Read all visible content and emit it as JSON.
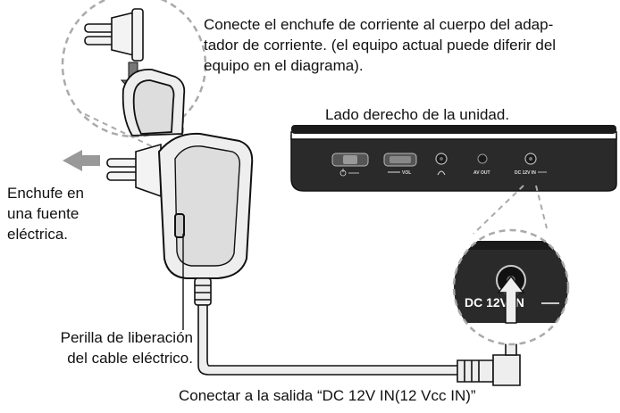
{
  "instruction": {
    "lines": [
      "Conecte el enchufe de corriente al cuerpo del adap-",
      "tador de corriente. (el equipo actual puede diferir del",
      "equipo en el diagrama)."
    ]
  },
  "unit_side_label": "Lado derecho de la unidad.",
  "plug_label": {
    "lines": [
      "Enchufe en",
      "una fuente",
      "eléctrica."
    ]
  },
  "release_label": {
    "lines": [
      "Perilla de liberación",
      "del cable eléctrico."
    ]
  },
  "connect_caption": "Conectar a la salida “DC 12V IN(12 Vcc IN)”",
  "device_panel": {
    "vol_label": "VOL",
    "av_out_label": "AV OUT",
    "dc_in_label": "DC 12V IN",
    "zoom_dc_label": "DC 12V IN"
  },
  "icons": {
    "direction_arrow": "arrow-left-icon",
    "insert_arrow": "arrow-down-icon",
    "headphone": "headphone-icon",
    "power": "power-icon"
  },
  "colors": {
    "ink": "#111111",
    "device_body": "#2a2a2a",
    "adapter_fill": "#eeeeee",
    "dashed_guide": "#aaaaaa",
    "arrow_fill": "#999999"
  }
}
